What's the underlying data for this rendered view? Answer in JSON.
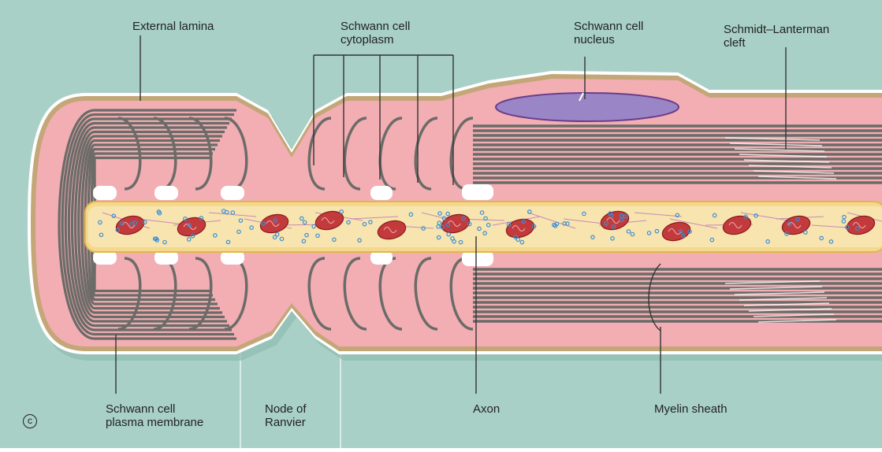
{
  "figure": {
    "panel_letter": "c",
    "labels": {
      "external_lamina": "External lamina",
      "schwann_cytoplasm": "Schwann cell\ncytoplasm",
      "schwann_nucleus": "Schwann cell\nnucleus",
      "schmidt_lanterman": "Schmidt–Lanterman\ncleft",
      "schwann_membrane": "Schwann cell\nplasma membrane",
      "node_of_ranvier": "Node of\nRanvier",
      "axon": "Axon",
      "myelin_sheath": "Myelin sheath"
    },
    "colors": {
      "background": "#a8d0c6",
      "external_lamina": "#c4a778",
      "cytoplasm": "#f2aeb3",
      "myelin": "#6b6b68",
      "axon": "#f4d88e",
      "nucleus": "#9a86c6",
      "mitochondria": "#c23a3c",
      "vesicle": "#3a8fd6"
    }
  }
}
